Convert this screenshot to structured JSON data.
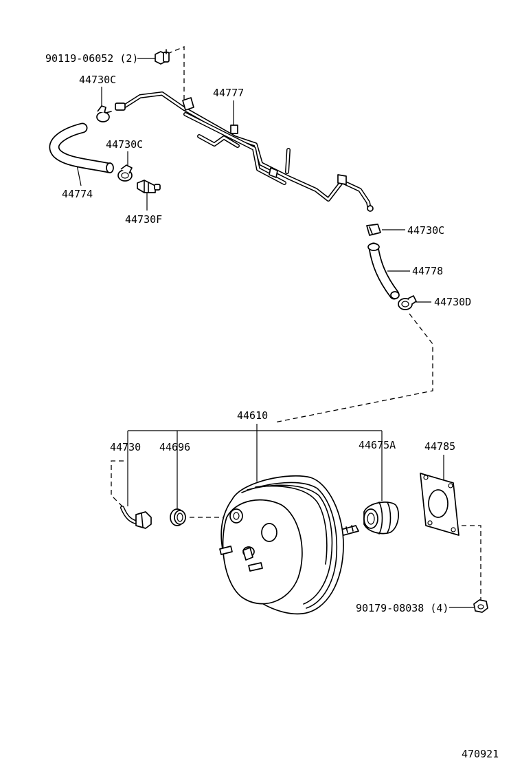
{
  "labels": {
    "bolt_top": "90119-06052 (2)",
    "clip_upper_left": "44730C",
    "tube": "44777",
    "clip_mid": "44730C",
    "hose_left": "44774",
    "check_valve": "44730F",
    "clip_right": "44730C",
    "hose_right": "44778",
    "clip_lower_right": "44730D",
    "booster": "44610",
    "union": "44730",
    "grommet": "44696",
    "boot": "44675A",
    "gasket": "44785",
    "nut": "90179-08038 (4)",
    "diagram_id": "470921"
  }
}
